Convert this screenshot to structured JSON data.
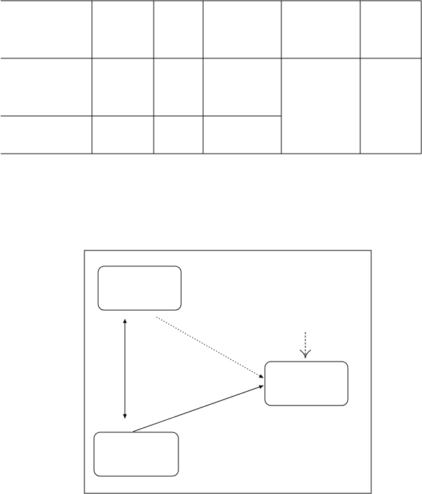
{
  "table": {
    "rows": 3,
    "columns": 6,
    "merged_cells": [
      {
        "row_start": 2,
        "row_end": 3,
        "column": 5
      },
      {
        "row_start": 2,
        "row_end": 3,
        "column": 6
      }
    ],
    "cells": [
      [
        "",
        "",
        "",
        "",
        "",
        ""
      ],
      [
        "",
        "",
        "",
        "",
        "",
        ""
      ],
      [
        "",
        "",
        "",
        "",
        "",
        ""
      ]
    ]
  },
  "diagram": {
    "nodes": [
      {
        "id": "top-left",
        "label": ""
      },
      {
        "id": "right",
        "label": ""
      },
      {
        "id": "bottom-left",
        "label": ""
      }
    ],
    "edges": [
      {
        "from": "top-left",
        "to": "bottom-left",
        "style": "solid",
        "direction": "both"
      },
      {
        "from": "top-left",
        "to": "right",
        "style": "dotted",
        "direction": "forward"
      },
      {
        "from": "bottom-left",
        "to": "right",
        "style": "solid",
        "direction": "forward"
      },
      {
        "from": "external-input",
        "to": "right",
        "style": "dashed",
        "direction": "forward"
      }
    ]
  },
  "colors": {
    "stroke": "#000000",
    "background": "#ffffff"
  }
}
